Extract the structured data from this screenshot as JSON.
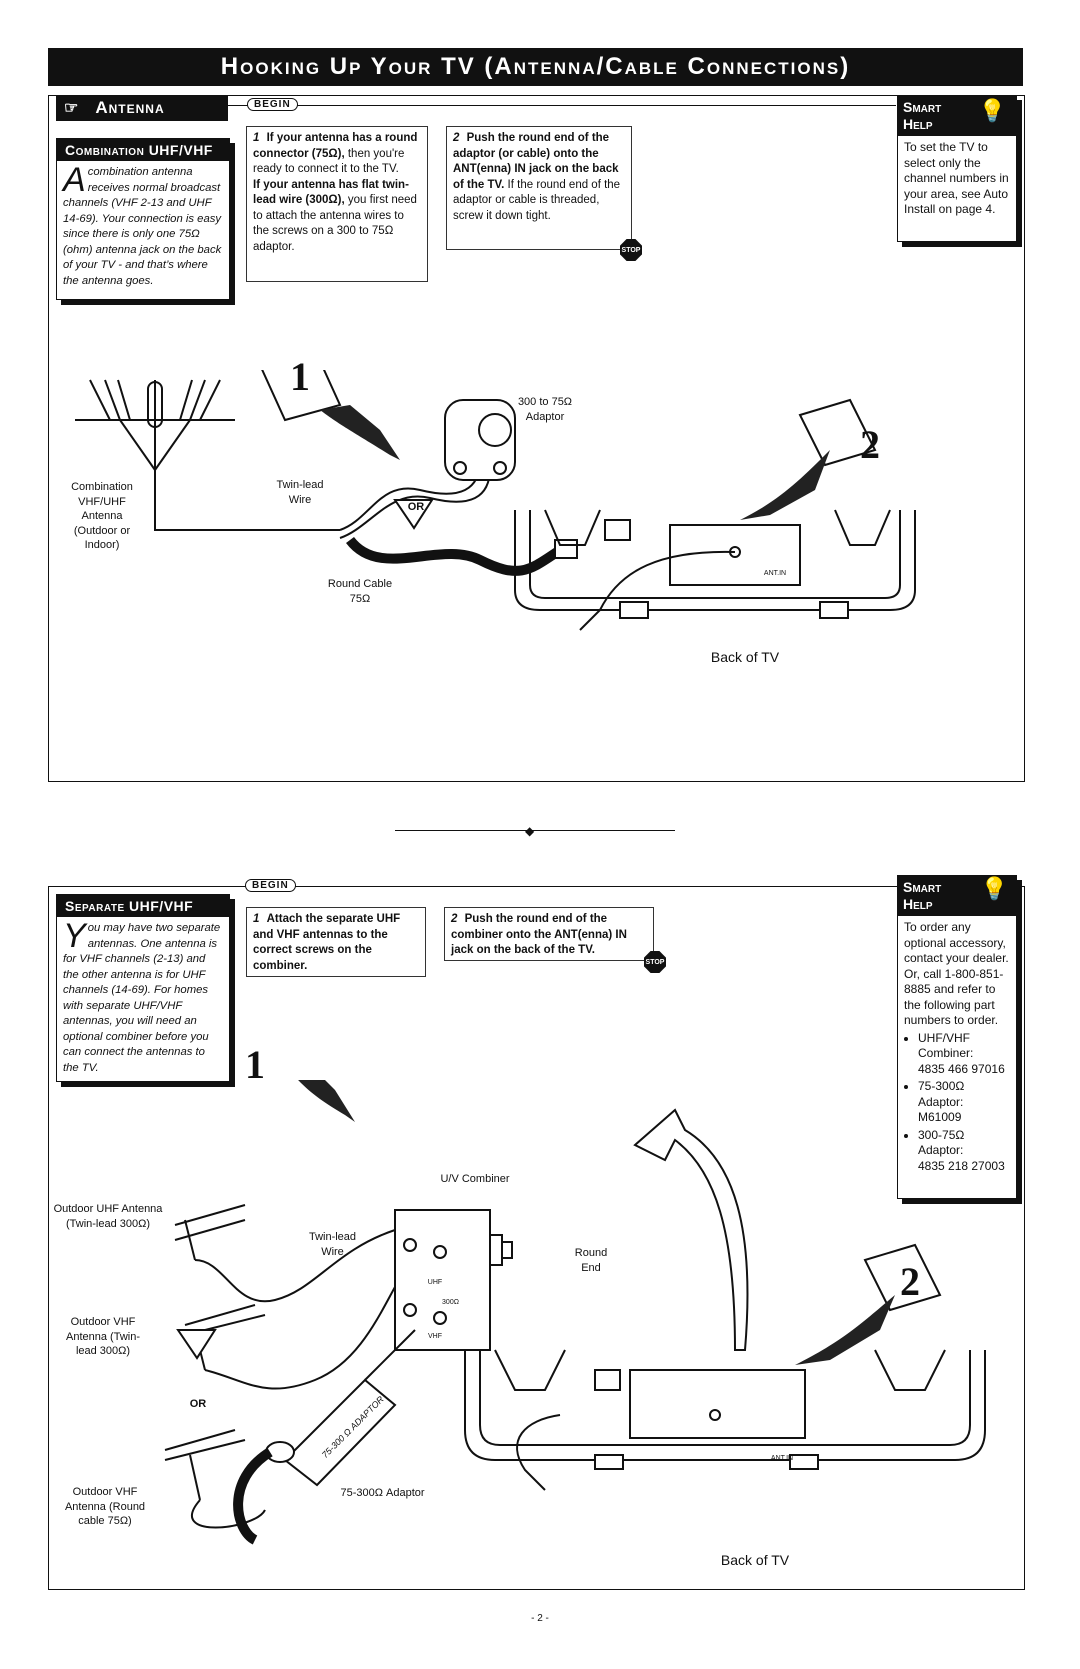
{
  "page_title": "Hooking Up Your TV (Antenna/Cable Connections)",
  "page_number": "- 2 -",
  "section1": {
    "tab": "Antenna",
    "begin": "BEGIN",
    "intro_head": "Combination UHF/VHF",
    "intro_dropcap": "A",
    "intro_text": "combination antenna receives normal broadcast channels (VHF 2-13 and UHF 14-69). Your connection is easy since there is only one 75Ω (ohm) antenna jack on the back of your TV - and that’s where the antenna goes.",
    "step1_num": "1",
    "step1_bold1": "If your antenna has a round connector (75Ω),",
    "step1_text1": "then you're ready to connect it to the TV.",
    "step1_bold2": "If your antenna has flat twin-lead wire (300Ω),",
    "step1_text2": "you first need to attach the antenna wires to the screws on a 300 to 75Ω adaptor.",
    "step2_num": "2",
    "step2_bold": "Push the round end of the adaptor (or cable) onto the ANT(enna) IN jack on the back of the TV.",
    "step2_text": "If the round end of the adaptor or cable is threaded, screw it down tight.",
    "stop": "STOP",
    "smart_head1": "Smart",
    "smart_head2": "Help",
    "smart_text": "To set the TV to select only the channel numbers in your area, see Auto Install on page 4.",
    "labels": {
      "antenna": "Combination VHF/UHF Antenna (Outdoor or Indoor)",
      "twin_lead": "Twin-lead Wire",
      "adaptor": "300 to 75Ω Adaptor",
      "round_cable": "Round Cable 75Ω",
      "or": "OR",
      "back_of_tv": "Back of TV",
      "ant_in": "ANT.IN",
      "big1": "1",
      "big2": "2"
    }
  },
  "section2": {
    "begin": "BEGIN",
    "intro_head": "Separate UHF/VHF",
    "intro_dropcap": "Y",
    "intro_text": "ou may have two separate antennas. One antenna is for VHF channels (2-13) and the other antenna is for UHF channels (14-69). For homes with separate UHF/VHF antennas, you will need an optional combiner before you can connect the antennas to the TV.",
    "step1_num": "1",
    "step1_bold": "Attach the separate UHF and VHF antennas to the correct screws on the combiner.",
    "step2_num": "2",
    "step2_bold": "Push the round end of the combiner onto the ANT(enna) IN jack on the back of the TV.",
    "stop": "STOP",
    "smart_head1": "Smart",
    "smart_head2": "Help",
    "smart_text": "To order any optional accessory, contact your dealer. Or, call 1-800-851-8885 and refer to the following part numbers to order.",
    "parts": [
      {
        "name": "UHF/VHF Combiner:",
        "number": "4835 466 97016"
      },
      {
        "name": "75-300Ω Adaptor:",
        "number": "M61009"
      },
      {
        "name": "300-75Ω Adaptor:",
        "number": "4835 218 27003"
      }
    ],
    "labels": {
      "uv_combiner": "U/V Combiner",
      "uhf_antenna": "Outdoor UHF Antenna (Twin-lead 300Ω)",
      "twin_lead": "Twin-lead Wire",
      "round_end": "Round End",
      "vhf_antenna1": "Outdoor VHF Antenna (Twin-lead 300Ω)",
      "or": "OR",
      "vhf_antenna2": "Outdoor VHF Antenna (Round cable 75Ω)",
      "adaptor": "75-300Ω Adaptor",
      "adaptor_text": "75-300 Ω ADAPTOR",
      "back_of_tv": "Back of TV",
      "ant_in": "ANT.IN",
      "uhf": "UHF",
      "vhf": "VHF",
      "ohm300": "300Ω",
      "big1": "1",
      "big2": "2"
    }
  }
}
